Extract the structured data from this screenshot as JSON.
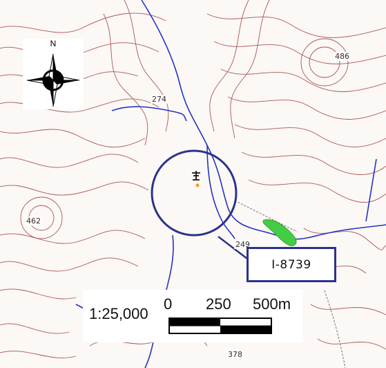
{
  "map": {
    "elevations": {
      "e486": "486",
      "e274": "274",
      "e462": "462",
      "e249": "249",
      "e378": "378"
    },
    "compass": {
      "north_label": "N"
    },
    "site_label": "Ⅰ-8739",
    "scale": {
      "ratio": "1:25,000",
      "tick_0": "0",
      "tick_250": "250",
      "tick_500": "500m"
    },
    "colors": {
      "contour": "#9c3a3a",
      "river": "#2233c4",
      "circle": "#2a3290",
      "wetland": "#44cc44"
    }
  }
}
